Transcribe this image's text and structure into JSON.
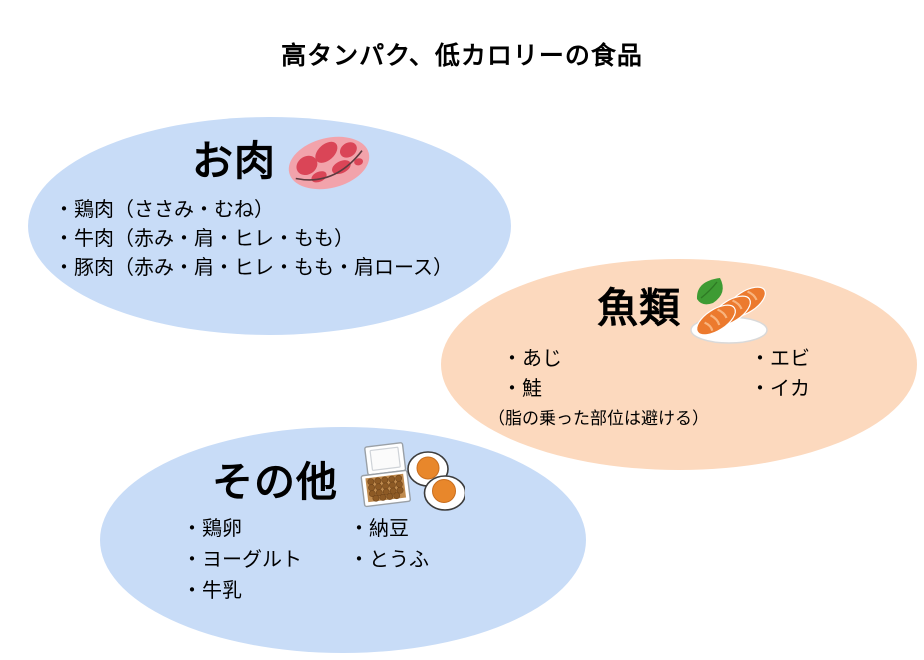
{
  "page": {
    "title": "高タンパク、低カロリーの食品"
  },
  "colors": {
    "bubble_blue": "#C8DCF7",
    "bubble_peach": "#FCD9BE",
    "text": "#000000",
    "steak_pink": "#F2A3AB",
    "steak_red": "#DA4557",
    "salmon_orange": "#EC7A2E",
    "leaf_green": "#3E9B33",
    "yolk_orange": "#E8872B",
    "natto_brown": "#B5803F"
  },
  "groups": {
    "meat": {
      "title": "お肉",
      "icon": "steak-icon",
      "items": [
        "・鶏肉（ささみ・むね）",
        "・牛肉（赤み・肩・ヒレ・もも）",
        "・豚肉（赤み・肩・ヒレ・もも・肩ロース）"
      ]
    },
    "fish": {
      "title": "魚類",
      "icon": "sashimi-plate-icon",
      "col1": [
        "・あじ",
        "・鮭"
      ],
      "col2": [
        "・エビ",
        "・イカ"
      ],
      "note": "（脂の乗った部位は避ける）"
    },
    "others": {
      "title": "その他",
      "icon": "natto-and-eggs-icon",
      "col1": [
        "・鶏卵",
        "・ヨーグルト",
        "・牛乳"
      ],
      "col2": [
        "・納豆",
        "・とうふ"
      ]
    }
  }
}
